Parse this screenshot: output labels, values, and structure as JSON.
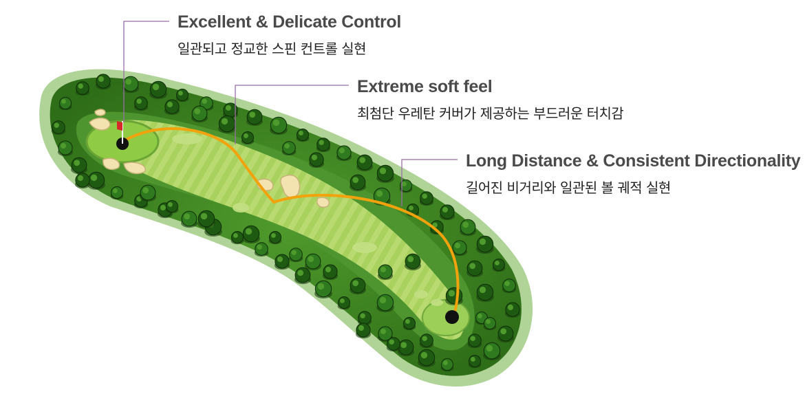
{
  "callouts": [
    {
      "title": "Excellent & Delicate Control",
      "subtitle": "일관되고 정교한 스핀 컨트롤 실현"
    },
    {
      "title": "Extreme soft feel",
      "subtitle": "최첨단 우레탄 커버가 제공하는 부드러운 터치감"
    },
    {
      "title": "Long Distance & Consistent Directionality",
      "subtitle": "길어진 비거리와 일관된 볼 궤적 실현"
    }
  ],
  "colors": {
    "leader_line": "#9b6ea8",
    "ball_path": "#f2a20c",
    "rough": "#3f8a24",
    "tree_dark": "#1f5a12",
    "tree_light": "#2f7a1e",
    "fairway": "#a6cf5c",
    "green": "#8cc63f",
    "bunker": "#f3e3b0",
    "flag": "#d62a2a"
  },
  "icons": [
    "golf-hole-map",
    "flag-icon",
    "cup-icon",
    "tee-icon",
    "tree-icon",
    "bunker-icon"
  ]
}
